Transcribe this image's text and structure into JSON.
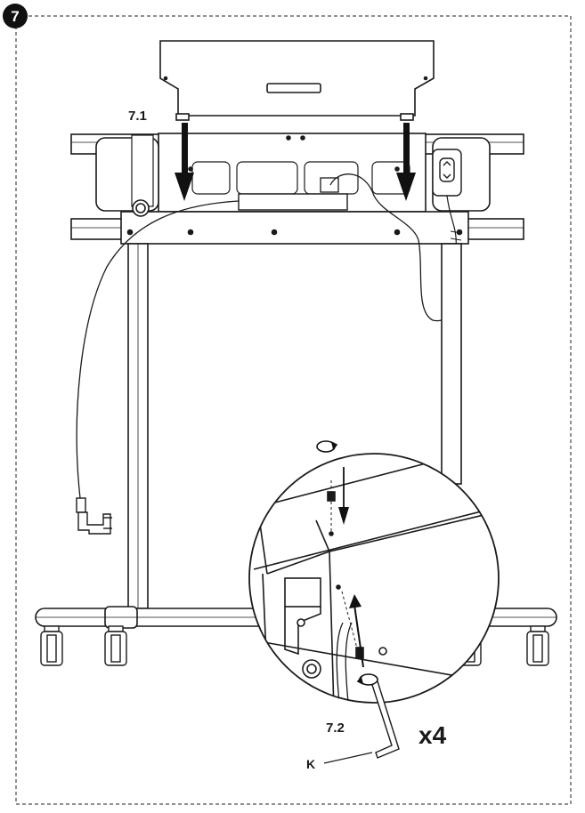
{
  "step": {
    "number": "7"
  },
  "labels": {
    "sub_step_1": "7.1",
    "sub_step_2": "7.2",
    "quantity": "x4",
    "tool": "K"
  },
  "icons": [
    "rotate-arrow-icon",
    "down-arrow-icon",
    "allen-key-icon",
    "power-plug-icon",
    "hand-controller-icon"
  ],
  "colors": {
    "line": "#1a1a1a",
    "fill": "#ffffff",
    "badge": "#111111"
  }
}
